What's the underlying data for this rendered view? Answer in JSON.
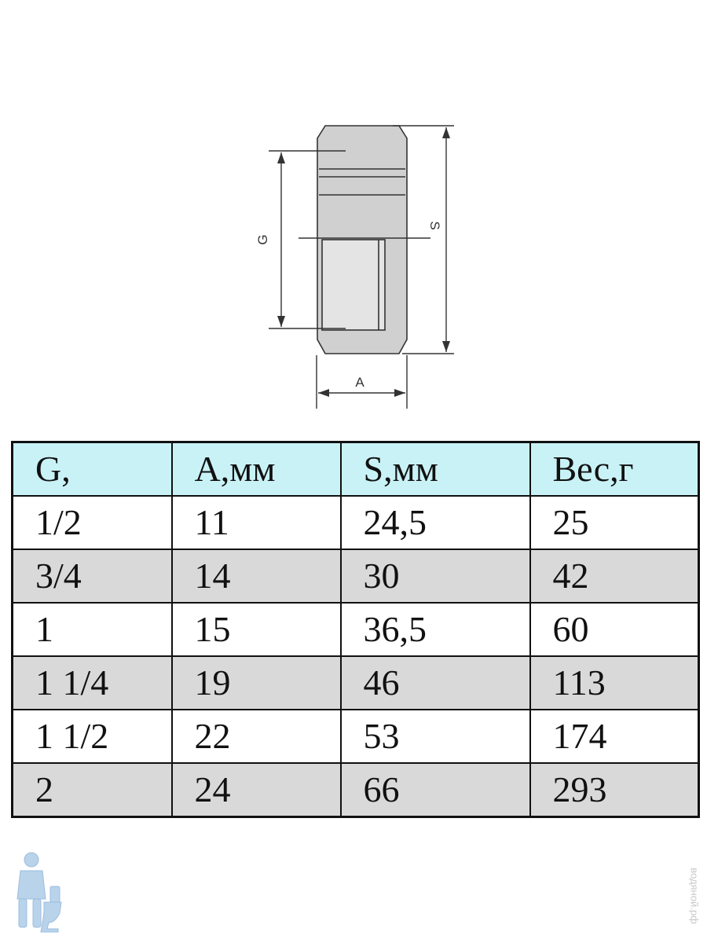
{
  "drawing": {
    "labels": {
      "g": "G",
      "s": "S",
      "a": "A"
    },
    "colors": {
      "fill": "#d0d0d0",
      "stroke": "#333333"
    }
  },
  "table": {
    "headers": [
      "G,",
      "A,мм",
      "S,мм",
      "Вес,г"
    ],
    "rows": [
      [
        "1/2",
        "11",
        "24,5",
        "25"
      ],
      [
        "3/4",
        "14",
        "30",
        "42"
      ],
      [
        "1",
        "15",
        "36,5",
        "60"
      ],
      [
        "1 1/4",
        "19",
        "46",
        "113"
      ],
      [
        "1 1/2",
        "22",
        "53",
        "174"
      ],
      [
        "2",
        "24",
        "66",
        "293"
      ]
    ],
    "colors": {
      "header_bg": "#c9f2f7",
      "stripe_bg": "#d9d9d9",
      "border": "#111111"
    }
  },
  "watermark": {
    "text": "водяной.рф"
  },
  "logo": {
    "icon": "plumber-logo-icon"
  }
}
